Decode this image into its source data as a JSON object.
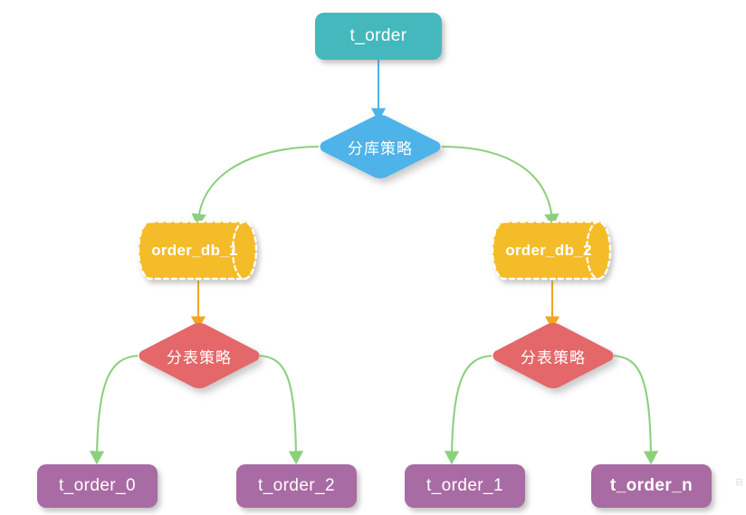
{
  "diagram": {
    "title": "database-sharding-flow",
    "background": "#ffffff",
    "colors": {
      "teal": "#45b8bd",
      "blue": "#4eb3e8",
      "orange": "#f5bc29",
      "red": "#e4676a",
      "purple": "#a96ba3",
      "edge_green": "#8bd17c",
      "edge_blue": "#4eb3e8",
      "edge_orange": "#f5a623",
      "node_text": "#ffffff",
      "shadow": "#b5b5b5"
    },
    "nodes": {
      "root": {
        "label": "t_order",
        "shape": "rounded-rect",
        "color": "#45b8bd"
      },
      "db_strategy": {
        "label": "分库策略",
        "shape": "diamond",
        "color": "#4eb3e8"
      },
      "db_left": {
        "label": "order_db_1",
        "shape": "cylinder",
        "color": "#f5bc29"
      },
      "db_right": {
        "label": "order_db_2",
        "shape": "cylinder",
        "color": "#f5bc29"
      },
      "table_strategy_left": {
        "label": "分表策略",
        "shape": "diamond",
        "color": "#e4676a"
      },
      "table_strategy_right": {
        "label": "分表策略",
        "shape": "diamond",
        "color": "#e4676a"
      },
      "table_0": {
        "label": "t_order_0",
        "shape": "rounded-rect",
        "color": "#a96ba3"
      },
      "table_2": {
        "label": "t_order_2",
        "shape": "rounded-rect",
        "color": "#a96ba3"
      },
      "table_1": {
        "label": "t_order_1",
        "shape": "rounded-rect",
        "color": "#a96ba3"
      },
      "table_n": {
        "label": "t_order_n",
        "shape": "rounded-rect",
        "color": "#a96ba3"
      }
    },
    "edges": [
      {
        "from": "root",
        "to": "db_strategy",
        "style": "straight-arrow",
        "color": "#4eb3e8"
      },
      {
        "from": "db_strategy",
        "to": "db_left",
        "style": "curved-arrow",
        "color": "#8bd17c"
      },
      {
        "from": "db_strategy",
        "to": "db_right",
        "style": "curved-arrow",
        "color": "#8bd17c"
      },
      {
        "from": "db_left",
        "to": "table_strategy_left",
        "style": "straight-arrow",
        "color": "#f5a623"
      },
      {
        "from": "db_right",
        "to": "table_strategy_right",
        "style": "straight-arrow",
        "color": "#f5a623"
      },
      {
        "from": "table_strategy_left",
        "to": "table_0",
        "style": "curved-arrow",
        "color": "#8bd17c"
      },
      {
        "from": "table_strategy_left",
        "to": "table_2",
        "style": "curved-arrow",
        "color": "#8bd17c"
      },
      {
        "from": "table_strategy_right",
        "to": "table_1",
        "style": "curved-arrow",
        "color": "#8bd17c"
      },
      {
        "from": "table_strategy_right",
        "to": "table_n",
        "style": "curved-arrow",
        "color": "#8bd17c"
      }
    ],
    "watermark": "日"
  }
}
